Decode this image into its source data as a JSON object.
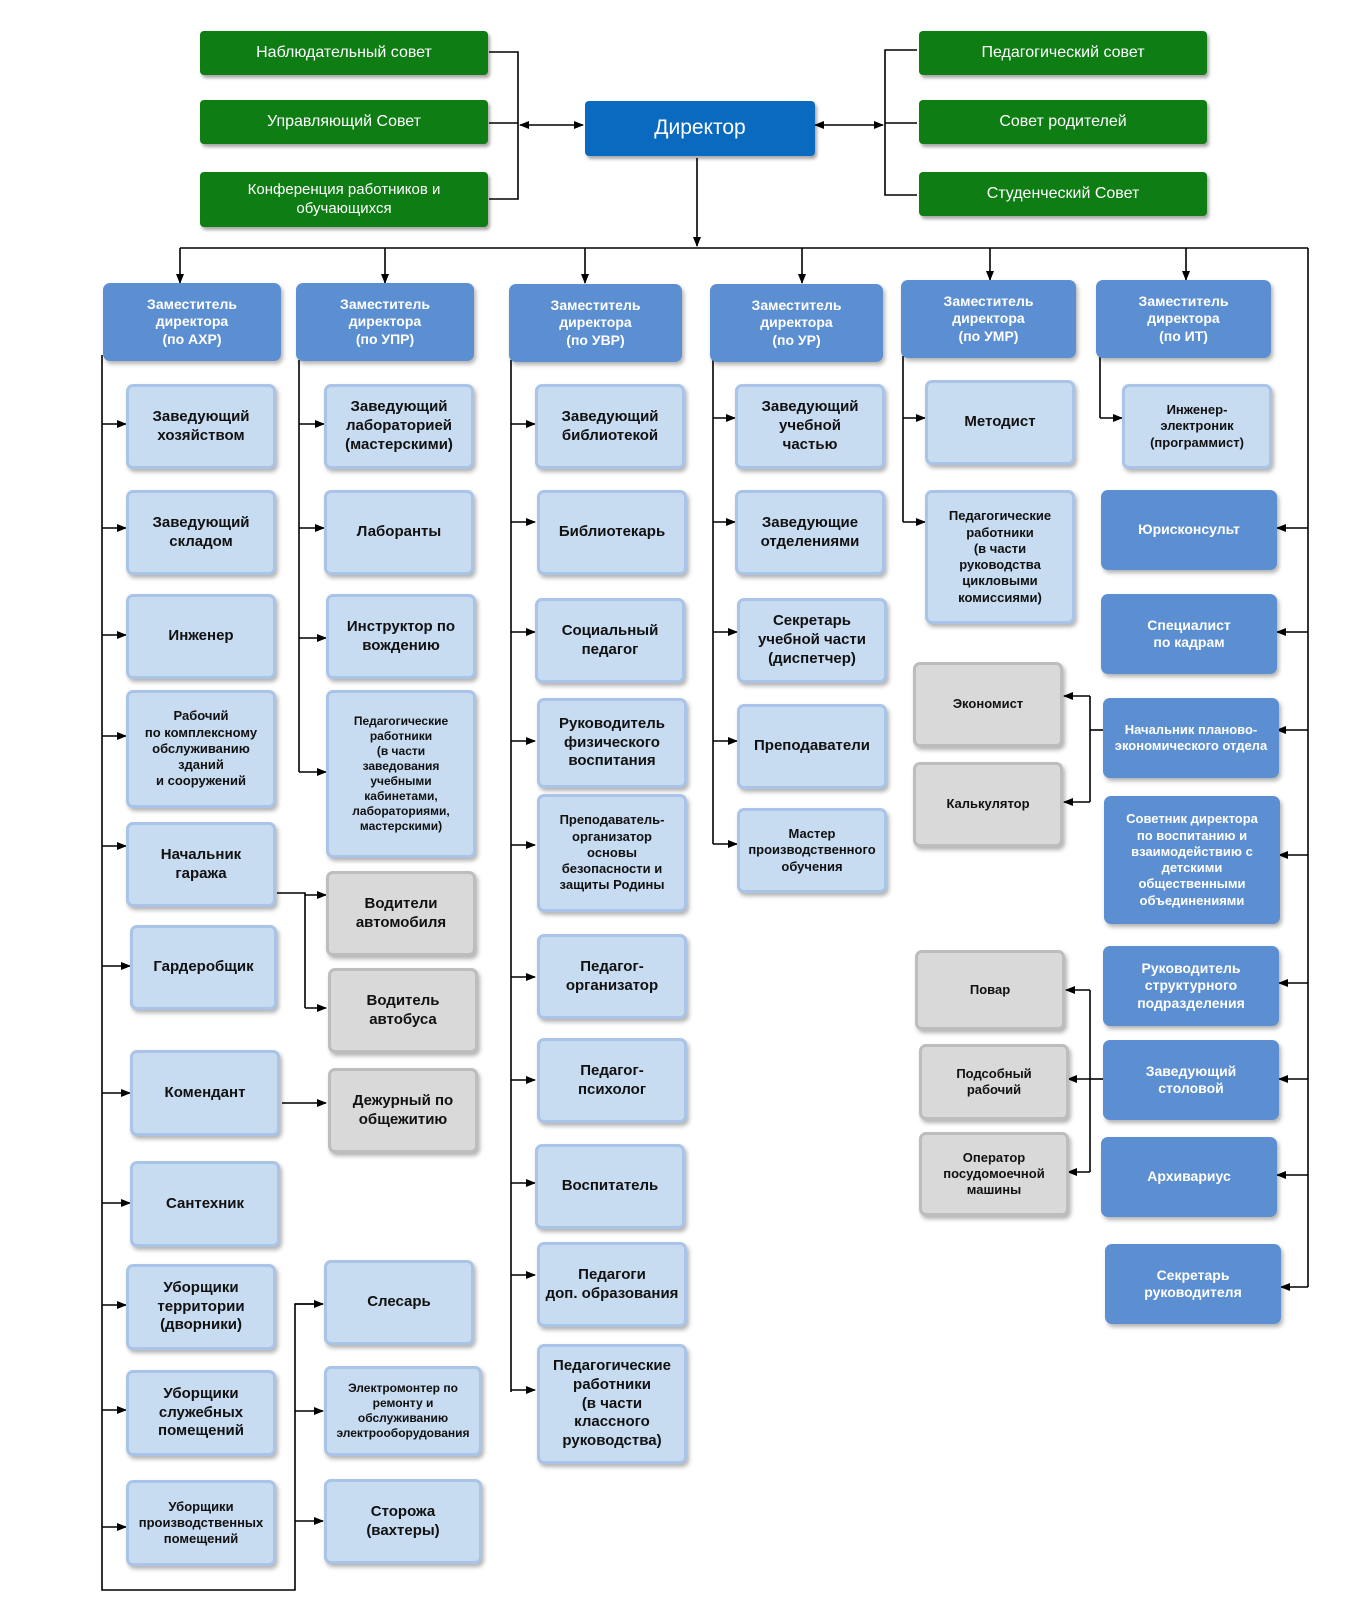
{
  "top_left": [
    "Наблюдательный совет",
    "Управляющий  Совет",
    "Конференция работников и\nобучающихся"
  ],
  "director": "Директор",
  "top_right": [
    "Педагогический совет",
    "Совет родителей",
    "Студенческий Совет"
  ],
  "deputies": {
    "ahr": "Заместитель\nдиректора\n(по АХР)",
    "upr": "Заместитель\nдиректора\n(по УПР)",
    "uvr": "Заместитель\nдиректора\n(по УВР)",
    "ur": "Заместитель\nдиректора\n(по УР)",
    "umr": "Заместитель\nдиректора\n(по УМР)",
    "it": "Заместитель\nдиректора\n(по ИТ)"
  },
  "ahr_items": [
    "Заведующий\nхозяйством",
    "Заведующий\nскладом",
    "Инженер",
    "Рабочий\nпо комплексному\nобслуживанию\nзданий\nи сооружений",
    "Начальник\nгаража",
    "Гардеробщик",
    "Комендант",
    "Сантехник",
    "Уборщики\nтерритории\n(дворники)",
    "Уборщики\nслужебных\nпомещений",
    "Уборщики\nпроизводственных\nпомещений"
  ],
  "upr_items": [
    "Заведующий\nлабораторией\n(мастерскими)",
    "Лаборанты",
    "Инструктор по\nвождению",
    "Педагогические\nработники\n(в части\nзаведования\nучебными\nкабинетами,\nлабораториями,\nмастерскими)"
  ],
  "ahr_sub": {
    "garage": [
      "Водители\nавтомобиля",
      "Водитель\nавтобуса"
    ],
    "komendant": "Дежурный по\nобщежитию",
    "extra": [
      "Слесарь",
      "Электромонтер по\nремонту и\nобслуживанию\nэлектрооборудования",
      "Сторожа\n(вахтеры)"
    ]
  },
  "uvr_items": [
    "Заведующий\nбиблиотекой",
    "Библиотекарь",
    "Социальный\nпедагог",
    "Руководитель\nфизического\nвоспитания",
    "Преподаватель-\nорганизатор\nосновы\nбезопасности и\nзащиты Родины",
    "Педагог-\nорганизатор",
    "Педагог-\nпсихолог",
    "Воспитатель",
    "Педагоги\nдоп. образования",
    "Педагогические\nработники\n(в части классного\nруководства)"
  ],
  "ur_items": [
    "Заведующий\nучебной\nчастью",
    "Заведующие\nотделениями",
    "Секретарь\nучебной части\n(диспетчер)",
    "Преподаватели",
    "Мастер\nпроизводственного\nобучения"
  ],
  "umr_items": [
    "Методист",
    "Педагогические\nработники\n(в части\nруководства\nцикловыми\nкомиссиями)"
  ],
  "it_items": [
    "Инженер-\nэлектроник\n(программист)"
  ],
  "director_direct": [
    "Юрисконсульт",
    "Специалист\nпо кадрам",
    "Начальник планово-\nэкономического отдела",
    "Советник директора\nпо воспитанию и\nвзаимодействию с\nдетскими\nобщественными\nобъединениями",
    "Руководитель\nструктурного\nподразделения",
    "Заведующий\nстоловой",
    "Архивариус",
    "Секретарь\nруководителя"
  ],
  "econ_sub": [
    "Экономист",
    "Калькулятор"
  ],
  "canteen_sub": [
    "Повар",
    "Подсобный\nрабочий",
    "Оператор\nпосудомоечной\nмашины"
  ]
}
